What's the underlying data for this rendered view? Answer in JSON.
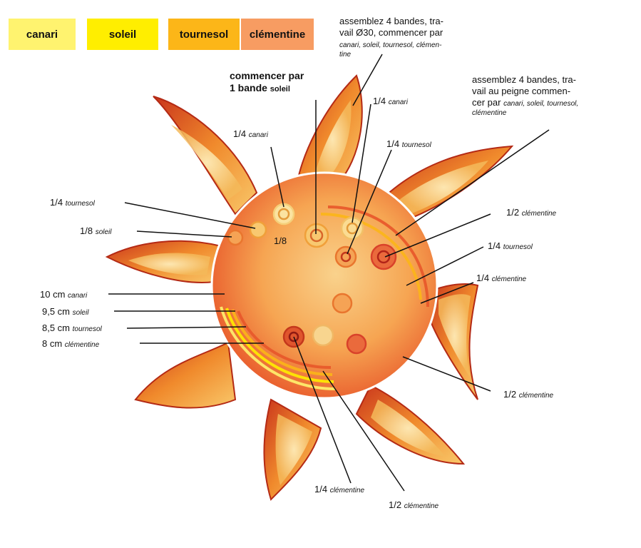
{
  "swatches": [
    {
      "label": "canari",
      "color": "#fff36f"
    },
    {
      "label": "soleil",
      "color": "#ffee00"
    },
    {
      "label": "tournesol",
      "color": "#fcb618"
    },
    {
      "label": "clémentine",
      "color": "#f79c62"
    }
  ],
  "notes": {
    "top_line1": "assemblez 4 bandes, tra-",
    "top_line2": "vail Ø30, commencer par",
    "top_colors": "canari, soleil, tournesol, clémen-",
    "top_colors2": "tine",
    "right_line1": "assemblez 4 bandes, tra-",
    "right_line2": "vail au peigne commen-",
    "right_line3": "cer par",
    "right_colors": "canari, soleil, tournesol,",
    "right_colors2": "clémentine",
    "start_line1": "commencer par",
    "start_line2": "1 bande",
    "start_color": "soleil"
  },
  "labels": {
    "q_canari_top": {
      "num": "1/4",
      "name": "canari"
    },
    "q_canari_left": {
      "num": "1/4",
      "name": "canari"
    },
    "q_tournesol_left": {
      "num": "1/4",
      "name": "tournesol"
    },
    "q_tournesol_top": {
      "num": "1/4",
      "name": "tournesol"
    },
    "e_soleil": {
      "num": "1/8",
      "name": "soleil"
    },
    "e_center": "1/8",
    "h_clem_r1": {
      "num": "1/2",
      "name": "clémentine"
    },
    "q_tournesol_r": {
      "num": "1/4",
      "name": "tournesol"
    },
    "q_clem_r": {
      "num": "1/4",
      "name": "clémentine"
    },
    "h_clem_r2": {
      "num": "1/2",
      "name": "clémentine"
    },
    "cm10": {
      "num": "10 cm",
      "name": "canari"
    },
    "cm95": {
      "num": "9,5 cm",
      "name": "soleil"
    },
    "cm85": {
      "num": "8,5 cm",
      "name": "tournesol"
    },
    "cm8": {
      "num": "8 cm",
      "name": "clémentine"
    },
    "q_clem_bottom": {
      "num": "1/4",
      "name": "clémentine"
    },
    "h_clem_bottom": {
      "num": "1/2",
      "name": "clémentine"
    }
  }
}
